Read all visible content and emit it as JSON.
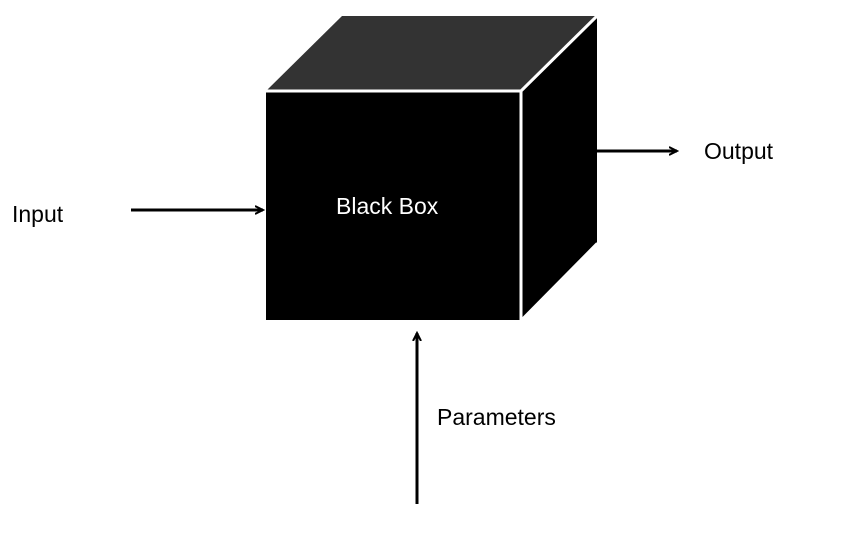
{
  "labels": {
    "input": "Input",
    "output": "Output",
    "parameters": "Parameters",
    "box": "Black Box"
  },
  "colors": {
    "box_front": "#000000",
    "box_side": "#000000",
    "box_top": "#333333",
    "edge": "#ffffff",
    "arrow": "#000000",
    "text": "#000000",
    "box_text": "#ffffff"
  }
}
